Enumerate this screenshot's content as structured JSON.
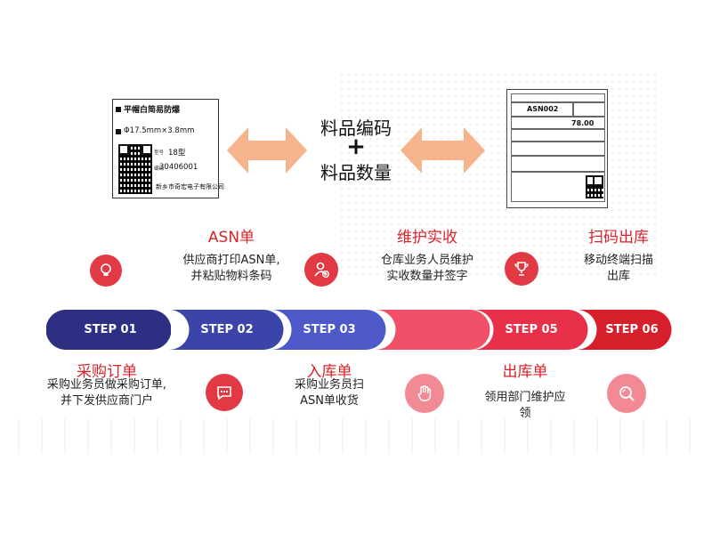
{
  "center": {
    "line1": "料品编码",
    "plus": "+",
    "line2": "料品数量"
  },
  "material_label": {
    "title": "平帽白简易防爆",
    "spec": "Φ17.5mm×3.8mm",
    "field_model": "型号",
    "field_code": "编码",
    "model": "18型",
    "code": "30406001",
    "company": "新乡市奇宏电子有限公司"
  },
  "asn_doc": {
    "asn": "ASN002",
    "qty": "78.00"
  },
  "top_steps": [
    {
      "title": "ASN单",
      "desc": [
        "供应商打印ASN单,",
        "并粘贴物料条码"
      ],
      "icon": "bulb-icon"
    },
    {
      "title": "维护实收",
      "desc": [
        "仓库业务人员维护",
        "实收数量并签字"
      ],
      "icon": "user-add-icon"
    },
    {
      "title": "扫码出库",
      "desc": [
        "移动终端扫描",
        "出库"
      ],
      "icon": "trophy-icon"
    }
  ],
  "bottom_steps": [
    {
      "title": "采购订单",
      "desc": [
        "采购业务员做采购订单,",
        "并下发供应商门户"
      ]
    },
    {
      "title": "入库单",
      "desc": [
        "采购业务员扫",
        "ASN单收货"
      ]
    },
    {
      "title": "出库单",
      "desc": [
        "领用部门维护应",
        "领"
      ]
    }
  ],
  "steps": [
    {
      "label": "STEP 01",
      "color": "#2c2f82"
    },
    {
      "label": "STEP 02",
      "color": "#3b44a8"
    },
    {
      "label": "STEP 03",
      "color": "#4d59c8"
    },
    {
      "label": "",
      "color": "#f05068"
    },
    {
      "label": "STEP 05",
      "color": "#e8304a"
    },
    {
      "label": "STEP 06",
      "color": "#d51f2a"
    }
  ],
  "bottom_icons": [
    "chat-icon",
    "hand-icon",
    "search-icon"
  ],
  "colors": {
    "accent_red": "#d8232a",
    "arrow": "#f6b48c",
    "icon_red": "#e23a45"
  }
}
